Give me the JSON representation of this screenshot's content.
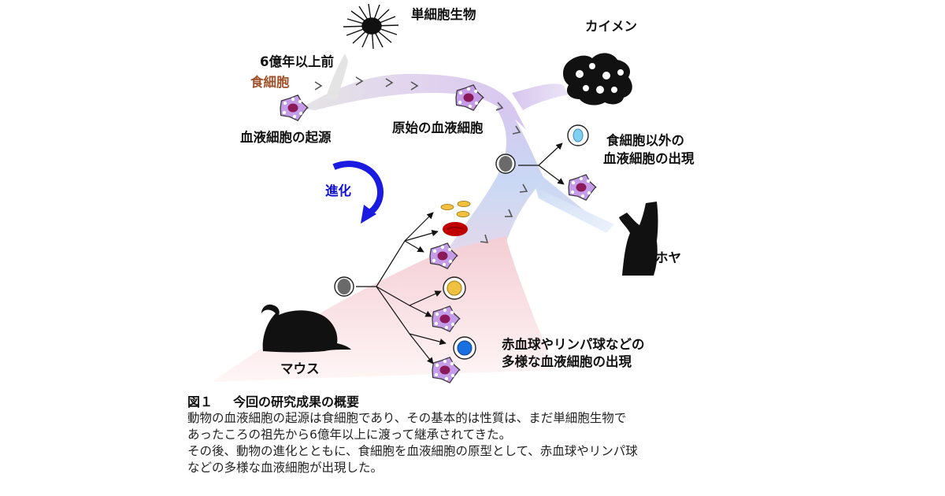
{
  "labels": {
    "unicellular": "単細胞生物",
    "years": "6億年以上前",
    "phagocyte": "食細胞",
    "origin": "血液細胞の起源",
    "primitive": "原始の血液細胞",
    "sponge": "カイメン",
    "non_phagocyte": [
      "食細胞以外の",
      "血液細胞の出現"
    ],
    "evolution": "進化",
    "ascidian": "ホヤ",
    "mouse": "マウス",
    "diverse": [
      "赤血球やリンパ球などの",
      "多様な血液細胞の出現"
    ]
  },
  "caption": {
    "fig_no": "図１",
    "title": "今回の研究成果の概要",
    "lines": [
      "動物の血液細胞の起源は食細胞であり、その基本的は性質は、まだ単細胞生物で",
      "あったころの祖先から6億年以上に渡って継承されてきた。",
      "その後、動物の進化とともに、食細胞を血液細胞の原型として、赤血球やリンパ球",
      "などの多様な血液細胞が出現した。"
    ]
  },
  "colors": {
    "phagocyte_fill": "#c59ce8",
    "phagocyte_nucleus": "#8b1a5a",
    "evolution_arrow": "#1a1ae0",
    "red_blood_cell": "#c00000",
    "yellow_cell": "#f0c040",
    "blue_cell": "#1a6fe0",
    "light_blue_cell": "#7ecff0",
    "stem_cell": "#808080",
    "label_brown": "#a0522d"
  }
}
